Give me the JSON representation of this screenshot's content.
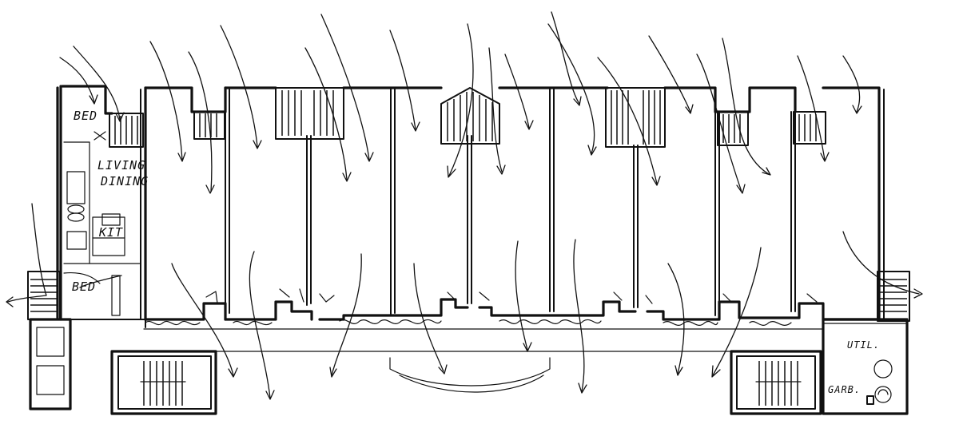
{
  "labels": {
    "bed_top": "BED",
    "living": "LIVING",
    "dining": "DINING",
    "kit": "KIT",
    "bed_bottom": "BED",
    "util": "UTIL.",
    "garb": "GARB."
  }
}
